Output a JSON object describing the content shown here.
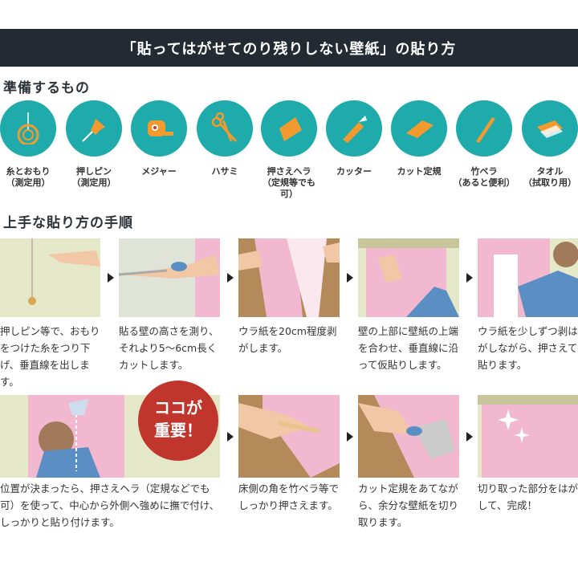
{
  "title": "「貼ってはがせてのり残りしない壁紙」の貼り方",
  "prep_heading": "準備するもの",
  "tools": [
    {
      "icon": "plumb-line-icon",
      "l1": "糸とおもり",
      "l2": "（測定用）"
    },
    {
      "icon": "push-pin-icon",
      "l1": "押しピン",
      "l2": "（測定用）"
    },
    {
      "icon": "tape-measure-icon",
      "l1": "メジャー",
      "l2": ""
    },
    {
      "icon": "scissors-icon",
      "l1": "ハサミ",
      "l2": ""
    },
    {
      "icon": "spatula-icon",
      "l1": "押さえヘラ",
      "l2": "（定規等でも可）"
    },
    {
      "icon": "cutter-icon",
      "l1": "カッター",
      "l2": ""
    },
    {
      "icon": "ruler-icon",
      "l1": "カット定規",
      "l2": ""
    },
    {
      "icon": "bamboo-spatula-icon",
      "l1": "竹ベラ",
      "l2": "（あると便利）"
    },
    {
      "icon": "towel-icon",
      "l1": "タオル",
      "l2": "（拭取り用）"
    }
  ],
  "steps_heading": "上手な貼り方の手順",
  "steps": [
    "押しピン等で、おもりをつけた糸をつり下げ、垂直線を出します。",
    "貼る壁の高さを測り、それより5～6cm長くカットします。",
    "ウラ紙を20cm程度剥がします。",
    "壁の上部に壁紙の上端を合わせ、垂直線に沿って仮貼りします。",
    "ウラ紙を少しずつ剥はがしながら、押さえて貼ります。",
    "位置が決まったら、押さえヘラ（定規などでも可）を使って、中心から外側へ強めに撫で付け、しっかりと貼り付けます。",
    "床側の角を竹ベラ等でしっかり押さえます。",
    "カット定規をあてながら、余分な壁紙を切り取ります。",
    "切り取った部分をはがして、完成！"
  ],
  "badge": {
    "l1": "ココが",
    "l2": "重要！"
  },
  "colors": {
    "bar": "#232a31",
    "teal": "#1fabab",
    "orange": "#f39a2e",
    "badge": "#c0362c",
    "wallpaper": "#f2b8cf"
  }
}
